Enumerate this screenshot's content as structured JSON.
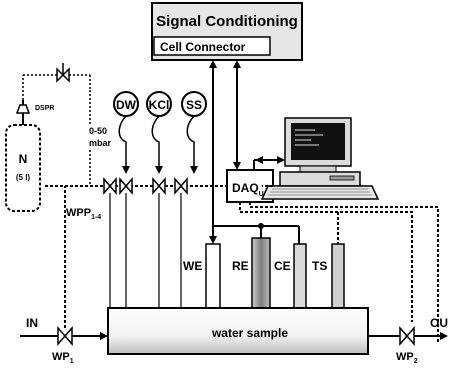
{
  "title": "Signal Conditioning",
  "subtitle": "Cell Connector",
  "gas": {
    "letter": "N",
    "volume": "(5 l)"
  },
  "dspr": "DSPR",
  "pressure_range": [
    "0-50",
    "mbar"
  ],
  "reservoirs": [
    "DW",
    "KCl",
    "SS"
  ],
  "wpp_main": "WPP",
  "wpp_sub": "1-4",
  "daq_main": "DAQ",
  "daq_sub": "USB",
  "electrodes": [
    "WE",
    "RE",
    "CE",
    "TS"
  ],
  "in_label": "IN",
  "out_label": "OU",
  "wp1_main": "WP",
  "wp1_sub": "1",
  "wp2_main": "WP",
  "wp2_sub": "2",
  "tank_label": "water sample",
  "colors": {
    "box_fill": "#e6e6e6",
    "inner_box_fill": "#ffffff",
    "electrode_dark": "#9a9a9a",
    "electrode_light": "#d9d9d9",
    "screen": "#111111"
  }
}
